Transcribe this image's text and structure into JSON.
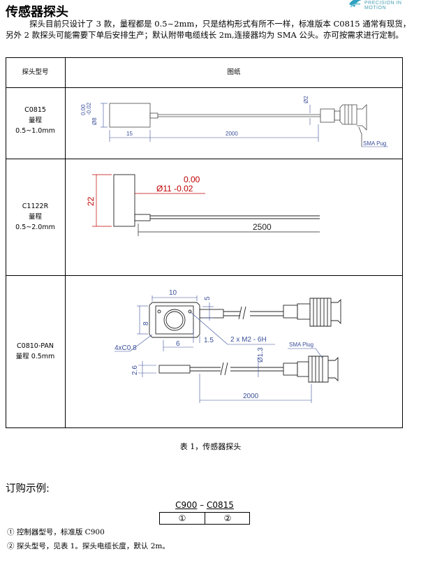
{
  "brand": {
    "tagline": "PRECISION IN MOTION",
    "accent_color": "#4a9fb5"
  },
  "heading": "传感器探头",
  "intro": "探头目前只设计了 3 款，量程都是 0.5~2mm，只是结构形式有所不一样，标准版本 C0815 通常有现货，另外 2 款探头可能需要下单后安排生产；默认附带电缆线长 2m,连接器均为 SMA 公头。亦可按需求进行定制。",
  "table": {
    "headers": [
      "探头型号",
      "图纸"
    ],
    "rows": [
      {
        "model": "C0815",
        "range_label": "量程",
        "range": "0.5~1.0mm",
        "drawing": {
          "tol_upper": "0.00",
          "tol_lower": "-0.02",
          "dia": "Ø8",
          "cable_dia": "Ø2",
          "len1": "15",
          "len2": "2000",
          "connector": "SMA Pug"
        }
      },
      {
        "model": "C1122R",
        "range_label": "量程",
        "range": "0.5~2.0mm",
        "drawing": {
          "height": "22",
          "tol_upper": "0.00",
          "dia": "Ø11 -0.02",
          "length": "2500"
        }
      },
      {
        "model": "C0810-PAN",
        "range_label": "量程 0.5mm",
        "drawing": {
          "width": "10",
          "height": "8",
          "d5": "5",
          "d15": "1.5",
          "d6": "6",
          "thread": "2 x  M2 - 6H",
          "chamfer": "4xC0.8",
          "cable_dia": "Ø1.3",
          "d26": "2.6",
          "length": "2000",
          "connector": "SMA Plug"
        }
      }
    ]
  },
  "caption": "表 1，传感器探头",
  "order": {
    "heading": "订购示例:",
    "code_part1": "C900",
    "code_sep": " – ",
    "code_part2": "C0815",
    "mark1": "①",
    "mark2": "②",
    "notes": [
      "①  控制器型号，标准版 C900",
      "②  探头型号，见表 1。探头电缆长度，默认 2m。"
    ]
  }
}
